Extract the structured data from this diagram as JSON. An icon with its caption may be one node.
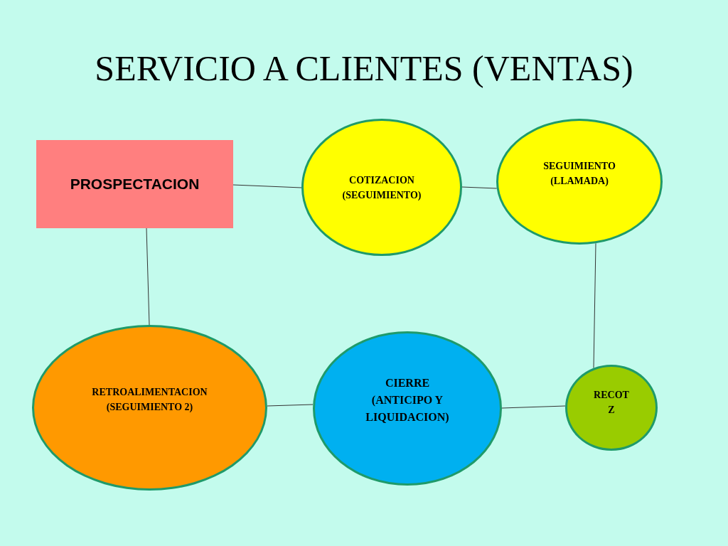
{
  "diagram": {
    "title": "SERVICIO A CLIENTES (VENTAS)",
    "nodes": [
      {
        "text": [
          "PROSPECTACION"
        ]
      },
      {
        "text": [
          "COTIZACION (SEGUIMIENTO)"
        ]
      },
      {
        "text": [
          "SEGUIMIENTO (LLAMADA)"
        ]
      },
      {
        "text": [
          "RETROALIMENTACION (SEGUIMIENTO 2)"
        ]
      },
      {
        "text": [
          "CIERRE (ANTICIPO Y LIQUIDACION)"
        ]
      },
      {
        "text": [
          "RECOT Z"
        ]
      }
    ],
    "edges": [
      {
        "from": 0,
        "to": 1,
        "arrow": "none"
      },
      {
        "from": 1,
        "to": 2,
        "arrow": "none"
      },
      {
        "from": 2,
        "to": 5,
        "arrow": "none"
      },
      {
        "from": 5,
        "to": 4,
        "arrow": "none"
      },
      {
        "from": 4,
        "to": 3,
        "arrow": "none"
      },
      {
        "from": 3,
        "to": 0,
        "arrow": "none"
      }
    ]
  }
}
